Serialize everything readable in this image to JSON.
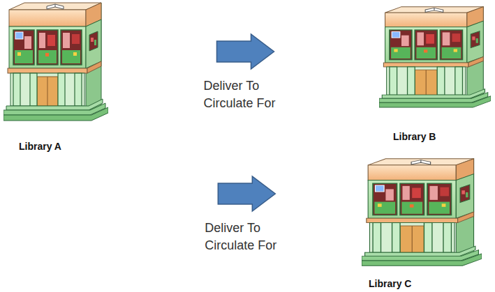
{
  "diagram": {
    "nodes": [
      {
        "text": [
          "Library A"
        ]
      },
      {
        "text": [
          "Library B"
        ]
      },
      {
        "text": [
          "Library C"
        ]
      }
    ],
    "edges": [
      {
        "from": 0,
        "to": 1,
        "arrow": "to",
        "label": "Deliver To Circulate For"
      },
      {
        "from": 0,
        "to": 2,
        "arrow": "to",
        "label": "Deliver To Circulate For"
      }
    ]
  }
}
